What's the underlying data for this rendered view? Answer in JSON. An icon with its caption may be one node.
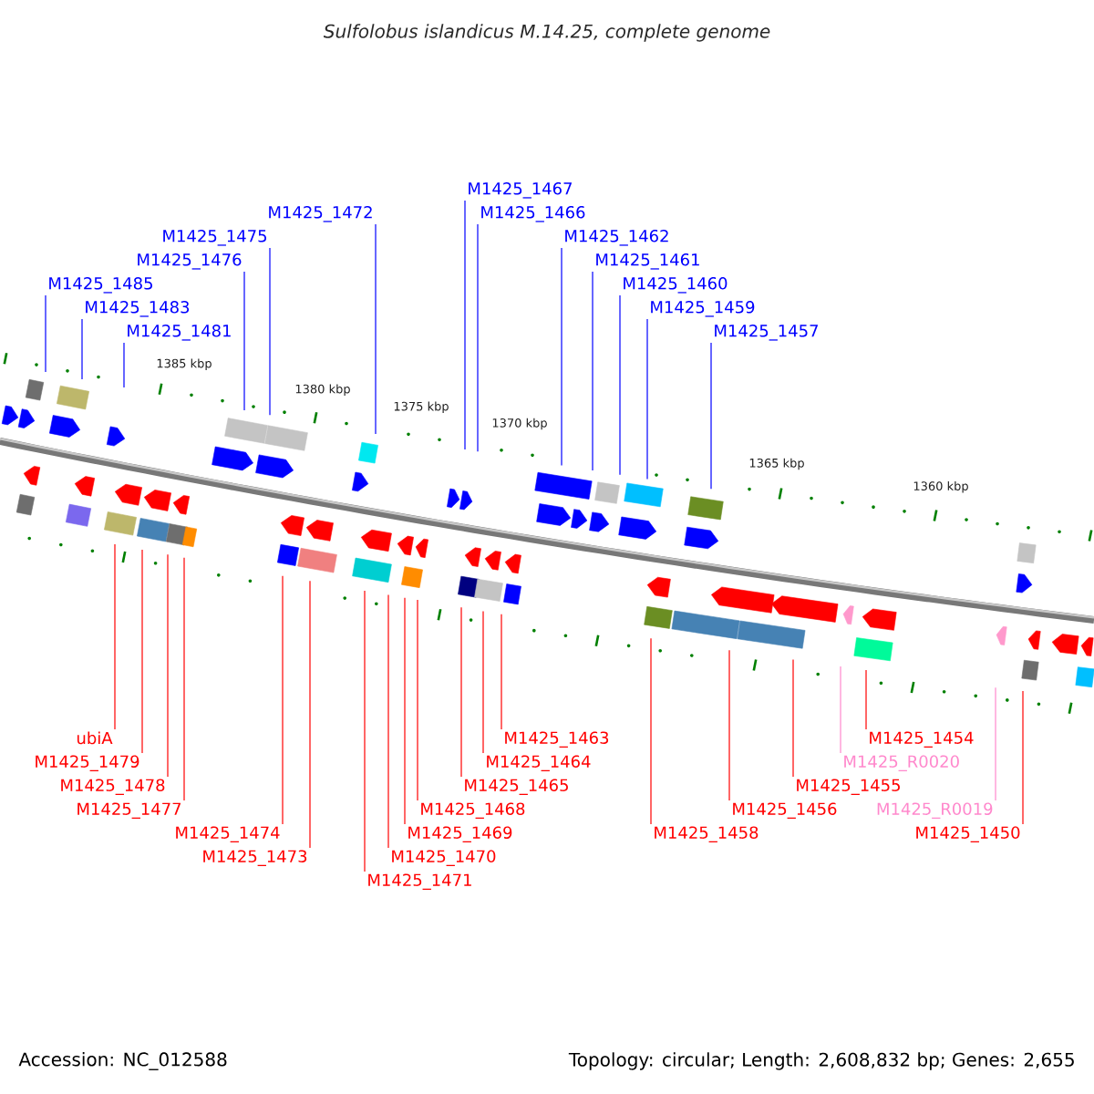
{
  "diagram": {
    "title": "Sulfolobus islandicus M.14.25, complete genome",
    "nodes": [
      {
        "text": [
          "M1425_1485"
        ]
      },
      {
        "text": [
          "M1425_1483"
        ]
      },
      {
        "text": [
          "M1425_1481"
        ]
      },
      {
        "text": [
          "M1425_1476"
        ]
      },
      {
        "text": [
          "M1425_1475"
        ]
      },
      {
        "text": [
          "M1425_1472"
        ]
      },
      {
        "text": [
          "M1425_1467"
        ]
      },
      {
        "text": [
          "M1425_1466"
        ]
      },
      {
        "text": [
          "M1425_1462"
        ]
      },
      {
        "text": [
          "M1425_1461"
        ]
      },
      {
        "text": [
          "M1425_1460"
        ]
      },
      {
        "text": [
          "M1425_1459"
        ]
      },
      {
        "text": [
          "M1425_1457"
        ]
      },
      {
        "text": [
          "ubiA"
        ]
      },
      {
        "text": [
          "M1425_1479"
        ]
      },
      {
        "text": [
          "M1425_1478"
        ]
      },
      {
        "text": [
          "M1425_1477"
        ]
      },
      {
        "text": [
          "M1425_1474"
        ]
      },
      {
        "text": [
          "M1425_1473"
        ]
      },
      {
        "text": [
          "M1425_1471"
        ]
      },
      {
        "text": [
          "M1425_1470"
        ]
      },
      {
        "text": [
          "M1425_1469"
        ]
      },
      {
        "text": [
          "M1425_1468"
        ]
      },
      {
        "text": [
          "M1425_1465"
        ]
      },
      {
        "text": [
          "M1425_1464"
        ]
      },
      {
        "text": [
          "M1425_1463"
        ]
      },
      {
        "text": [
          "M1425_1458"
        ]
      },
      {
        "text": [
          "M1425_1456"
        ]
      },
      {
        "text": [
          "M1425_1455"
        ]
      },
      {
        "text": [
          "M1425_R0020"
        ]
      },
      {
        "text": [
          "M1425_1454"
        ]
      },
      {
        "text": [
          "M1425_R0019"
        ]
      },
      {
        "text": [
          "M1425_1450"
        ]
      }
    ],
    "edges": [
      {
        "from": 0,
        "to": null,
        "arrow": "none",
        "color": "#0000ff"
      },
      {
        "from": 1,
        "to": null,
        "arrow": "none",
        "color": "#0000ff"
      },
      {
        "from": 2,
        "to": null,
        "arrow": "none",
        "color": "#0000ff"
      },
      {
        "from": 3,
        "to": null,
        "arrow": "none",
        "color": "#0000ff"
      },
      {
        "from": 4,
        "to": null,
        "arrow": "none",
        "color": "#0000ff"
      },
      {
        "from": 5,
        "to": null,
        "arrow": "none",
        "color": "#0000ff"
      },
      {
        "from": 6,
        "to": null,
        "arrow": "none",
        "color": "#0000ff"
      },
      {
        "from": 7,
        "to": null,
        "arrow": "none",
        "color": "#0000ff"
      },
      {
        "from": 8,
        "to": null,
        "arrow": "none",
        "color": "#0000ff"
      },
      {
        "from": 9,
        "to": null,
        "arrow": "none",
        "color": "#0000ff"
      },
      {
        "from": 10,
        "to": null,
        "arrow": "none",
        "color": "#0000ff"
      },
      {
        "from": 11,
        "to": null,
        "arrow": "none",
        "color": "#0000ff"
      },
      {
        "from": 12,
        "to": null,
        "arrow": "none",
        "color": "#0000ff"
      },
      {
        "from": 13,
        "to": null,
        "arrow": "none"
      },
      {
        "from": 14,
        "to": null,
        "arrow": "none"
      },
      {
        "from": 15,
        "to": null,
        "arrow": "none"
      },
      {
        "from": 16,
        "to": null,
        "arrow": "none"
      },
      {
        "from": 17,
        "to": null,
        "arrow": "none"
      },
      {
        "from": 18,
        "to": null,
        "arrow": "none"
      },
      {
        "from": 19,
        "to": null,
        "arrow": "none"
      },
      {
        "from": 20,
        "to": null,
        "arrow": "none"
      },
      {
        "from": 21,
        "to": null,
        "arrow": "none"
      },
      {
        "from": 22,
        "to": null,
        "arrow": "none"
      },
      {
        "from": 23,
        "to": null,
        "arrow": "none"
      },
      {
        "from": 24,
        "to": null,
        "arrow": "none"
      },
      {
        "from": 25,
        "to": null,
        "arrow": "none"
      },
      {
        "from": 26,
        "to": null,
        "arrow": "none"
      },
      {
        "from": 27,
        "to": null,
        "arrow": "none"
      },
      {
        "from": 28,
        "to": null,
        "arrow": "none"
      },
      {
        "from": 29,
        "to": null,
        "arrow": "none",
        "color": "#ff88cc"
      },
      {
        "from": 30,
        "to": null,
        "arrow": "none"
      },
      {
        "from": 31,
        "to": null,
        "arrow": "none",
        "color": "#ff88cc"
      },
      {
        "from": 32,
        "to": null,
        "arrow": "none"
      }
    ],
    "labels": [
      "1385 kbp",
      "1380 kbp",
      "1375 kbp",
      "1370 kbp",
      "1365 kbp",
      "1360 kbp",
      "Accession: NC_012588",
      "Topology: circular; Length: 2,608,832 bp; Genes: 2,655"
    ]
  }
}
